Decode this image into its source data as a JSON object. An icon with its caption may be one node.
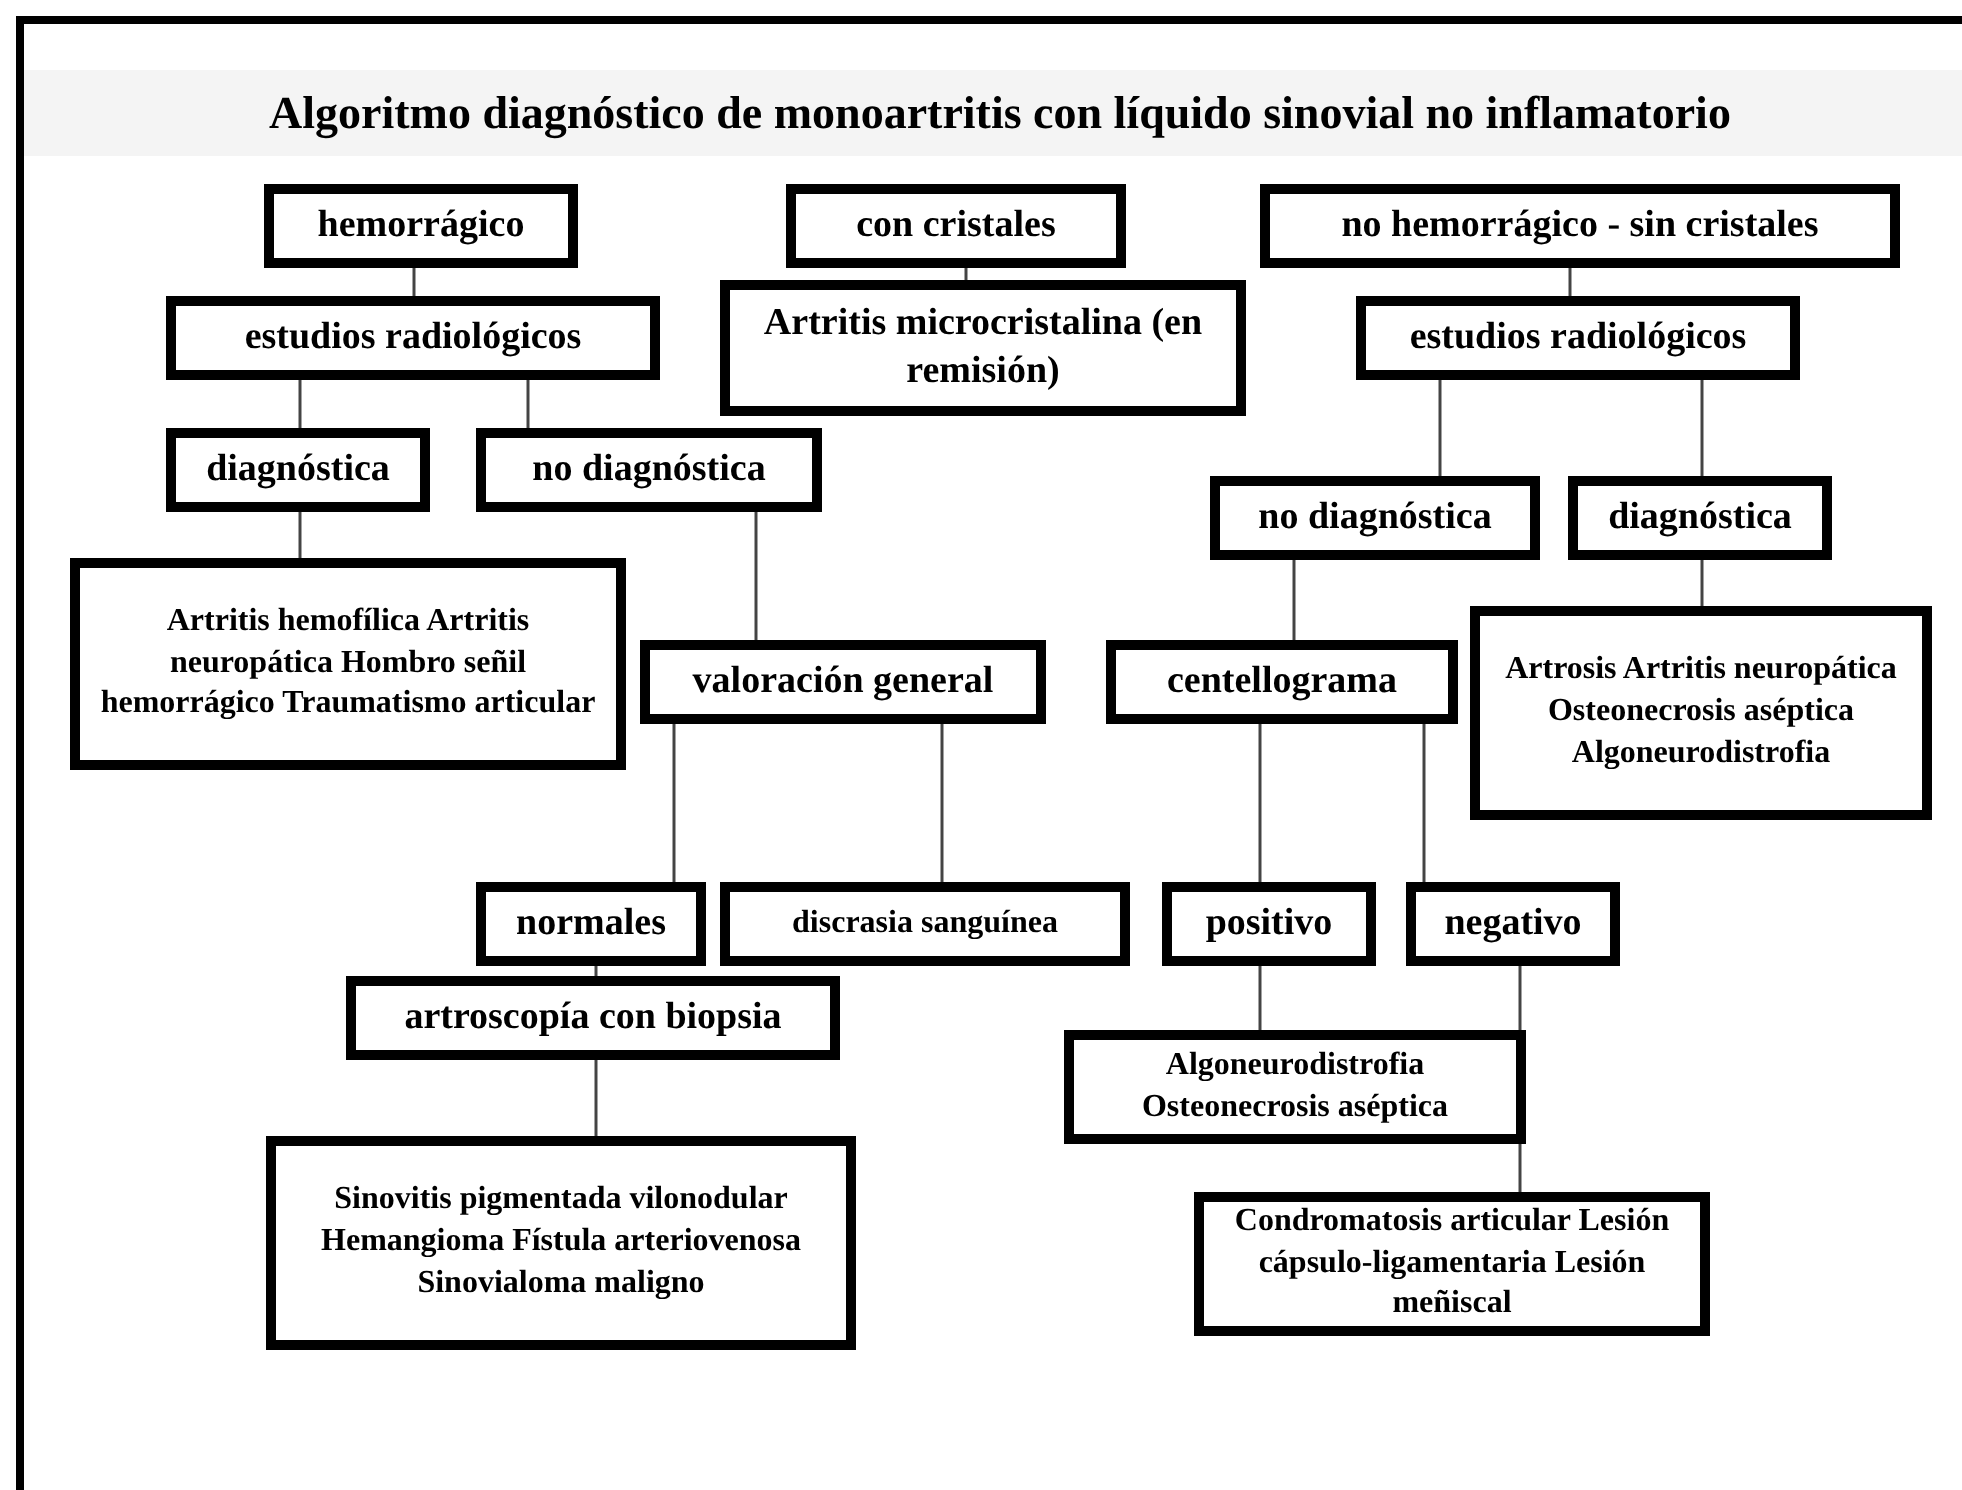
{
  "diagram": {
    "title": "Algoritmo diagnóstico de monoartritis con líquido sinovial no inflamatorio",
    "nodes": [
      {
        "text": [
          "hemorrágico"
        ]
      },
      {
        "text": [
          "con cristales"
        ]
      },
      {
        "text": [
          "no hemorrágico - sin cristales"
        ]
      },
      {
        "text": [
          "estudios radiológicos"
        ]
      },
      {
        "text": [
          "Artritis microcristalina (en remisión)"
        ]
      },
      {
        "text": [
          "estudios radiológicos"
        ]
      },
      {
        "text": [
          "diagnóstica"
        ]
      },
      {
        "text": [
          "no diagnóstica"
        ]
      },
      {
        "text": [
          "no diagnóstica"
        ]
      },
      {
        "text": [
          "diagnóstica"
        ]
      },
      {
        "text": [
          "Artritis hemofílica Artritis neuropática Hombro señil hemorrágico Traumatismo articular"
        ]
      },
      {
        "text": [
          "valoración general"
        ]
      },
      {
        "text": [
          "centellograma"
        ]
      },
      {
        "text": [
          "Artrosis Artritis neuropática Osteonecrosis aséptica Algoneurodistrofia"
        ]
      },
      {
        "text": [
          "normales"
        ]
      },
      {
        "text": [
          "discrasia sanguínea"
        ]
      },
      {
        "text": [
          "positivo"
        ]
      },
      {
        "text": [
          "negativo"
        ]
      },
      {
        "text": [
          "artroscopía con biopsia"
        ]
      },
      {
        "text": [
          "Algoneurodistrofia Osteonecrosis aséptica"
        ]
      },
      {
        "text": [
          "Condromatosis articular Lesión cápsulo-ligamentaria Lesión meñiscal"
        ]
      },
      {
        "text": [
          "Sinovitis pigmentada vilonodular Hemangioma Fístula arteriovenosa Sinovialoma maligno"
        ]
      }
    ],
    "edges": [
      {
        "from": 0,
        "to": 3,
        "arrow": "none"
      },
      {
        "from": 1,
        "to": 4,
        "arrow": "none"
      },
      {
        "from": 2,
        "to": 5,
        "arrow": "none"
      },
      {
        "from": 3,
        "to": 6,
        "arrow": "none"
      },
      {
        "from": 3,
        "to": 7,
        "arrow": "none"
      },
      {
        "from": 6,
        "to": 10,
        "arrow": "none"
      },
      {
        "from": 7,
        "to": 11,
        "arrow": "none"
      },
      {
        "from": 11,
        "to": 14,
        "arrow": "none"
      },
      {
        "from": 11,
        "to": 15,
        "arrow": "none"
      },
      {
        "from": 5,
        "to": 8,
        "arrow": "none"
      },
      {
        "from": 5,
        "to": 9,
        "arrow": "none"
      },
      {
        "from": 8,
        "to": 12,
        "arrow": "none"
      },
      {
        "from": 9,
        "to": 13,
        "arrow": "none"
      },
      {
        "from": 12,
        "to": 16,
        "arrow": "none"
      },
      {
        "from": 12,
        "to": 17,
        "arrow": "none"
      },
      {
        "from": 14,
        "to": 18,
        "arrow": "none"
      },
      {
        "from": 16,
        "to": 19,
        "arrow": "none"
      },
      {
        "from": 17,
        "to": 20,
        "arrow": "none"
      },
      {
        "from": 18,
        "to": 21,
        "arrow": "none"
      }
    ]
  }
}
